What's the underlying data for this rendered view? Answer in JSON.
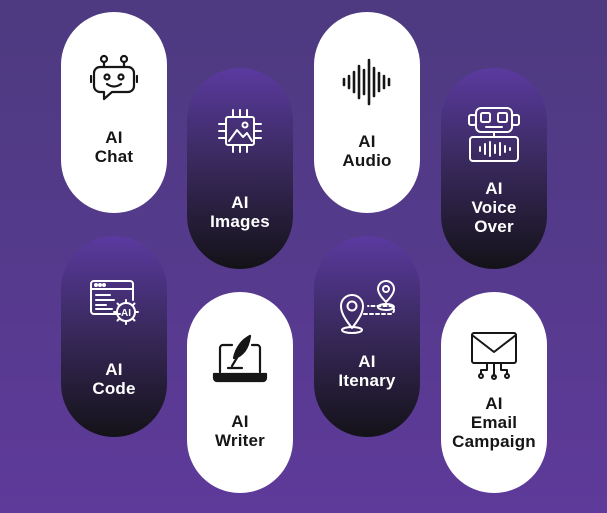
{
  "colors": {
    "background": "#553a8c",
    "pill_light": "#ffffff",
    "pill_dark_top": "#5b3aa0",
    "pill_dark_bottom": "#141218",
    "text_dark": "#161616",
    "text_light": "#ffffff"
  },
  "features": [
    {
      "id": "chat",
      "icon": "robot-chat-icon",
      "lines": [
        "AI",
        "Chat"
      ]
    },
    {
      "id": "images",
      "icon": "image-chip-icon",
      "lines": [
        "AI",
        "Images"
      ]
    },
    {
      "id": "audio",
      "icon": "sound-wave-icon",
      "lines": [
        "AI",
        "Audio"
      ]
    },
    {
      "id": "voice",
      "icon": "robot-voice-icon",
      "lines": [
        "AI",
        "Voice",
        "Over"
      ]
    },
    {
      "id": "code",
      "icon": "code-window-gear-icon",
      "lines": [
        "AI",
        "Code"
      ]
    },
    {
      "id": "writer",
      "icon": "laptop-quill-icon",
      "lines": [
        "AI",
        "Writer"
      ]
    },
    {
      "id": "itenary",
      "icon": "map-route-pins-icon",
      "lines": [
        "AI",
        "Itenary"
      ]
    },
    {
      "id": "email",
      "icon": "email-circuit-icon",
      "lines": [
        "AI",
        "Email",
        "Campaign"
      ]
    }
  ]
}
